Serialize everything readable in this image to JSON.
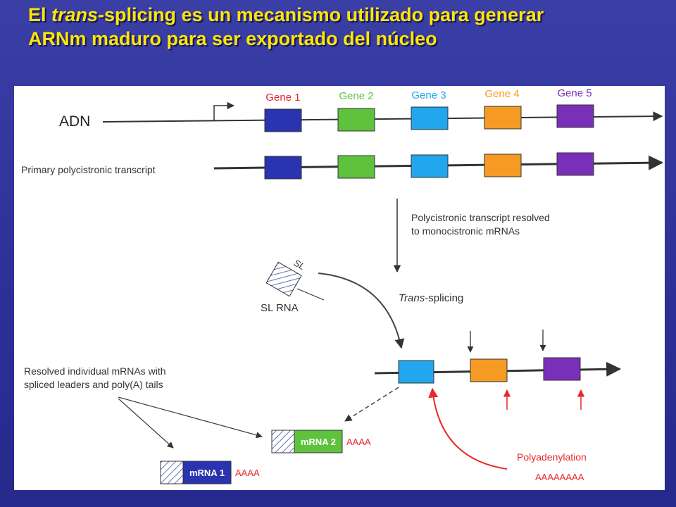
{
  "title": {
    "part1": "El ",
    "part2_italic": "trans",
    "part3": "-splicing es un mecanismo utilizado para generar",
    "line2": "ARNm maduro para ser exportado del núcleo"
  },
  "diagram": {
    "dna_label": "ADN",
    "genes": [
      {
        "label": "Gene 1",
        "color": "#2a33b0"
      },
      {
        "label": "Gene 2",
        "color": "#5fc23c"
      },
      {
        "label": "Gene 3",
        "color": "#22a6ee"
      },
      {
        "label": "Gene 4",
        "color": "#f59a23"
      },
      {
        "label": "Gene 5",
        "color": "#7a2fb8"
      }
    ],
    "primary_transcript_label": "Primary polycistronic transcript",
    "resolution_label_line1": "Polycistronic transcript resolved",
    "resolution_label_line2": "to monocistronic mRNAs",
    "sl_label": "SL",
    "sl_rna_label": "SL RNA",
    "trans_splicing_italic": "Trans",
    "trans_splicing_rest": "-splicing",
    "resolved_label_line1": "Resolved individual mRNAs with",
    "resolved_label_line2": "spliced leaders and poly(A) tails",
    "mrna2_label": "mRNA 2",
    "mrna1_label": "mRNA 1",
    "poly_a_tail": "AAAA",
    "polyadenylation_label": "Polyadenylation",
    "polyadenylation_seq": "AAAAAAAA",
    "accent_red": "#e8282a"
  }
}
